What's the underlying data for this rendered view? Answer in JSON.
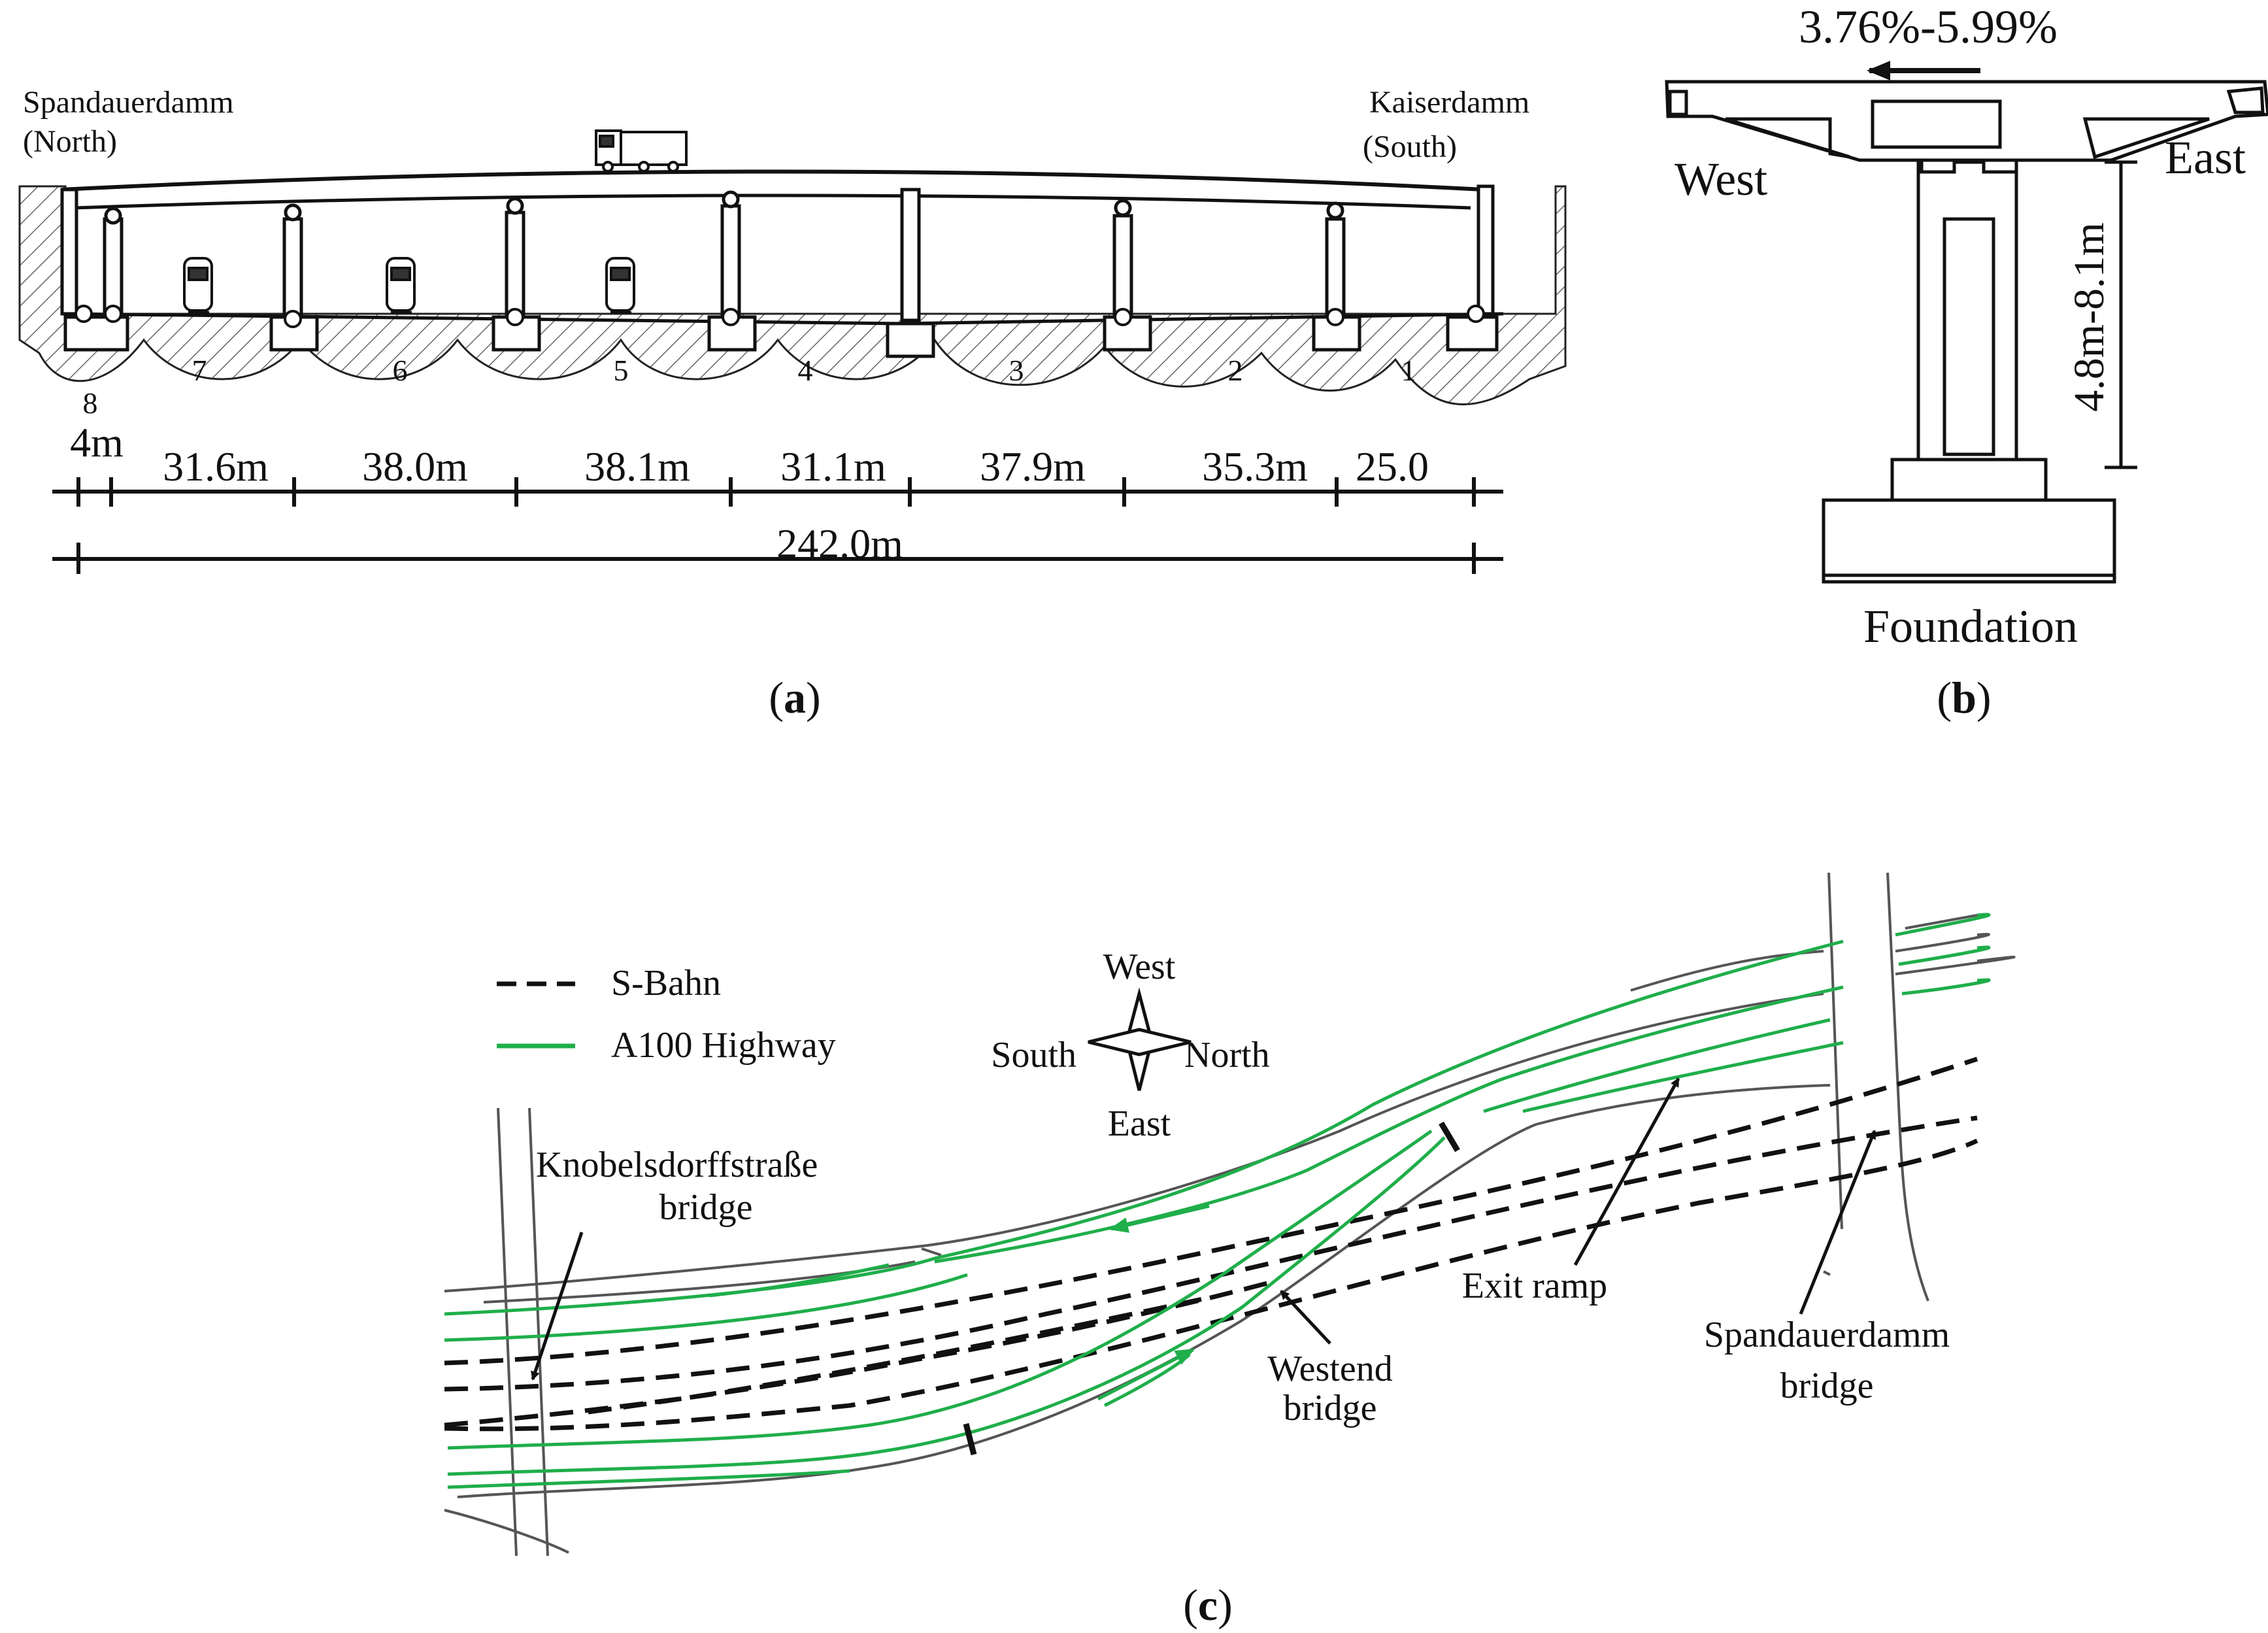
{
  "panel_a": {
    "north_name": "Spandauerdamm",
    "north_dir": "(North)",
    "south_name": "Kaiserdamm",
    "south_dir": "(South)",
    "span_numbers": [
      "8",
      "7",
      "6",
      "5",
      "4",
      "3",
      "2",
      "1"
    ],
    "span_lengths": [
      "4m",
      "31.6m",
      "38.0m",
      "38.1m",
      "31.1m",
      "37.9m",
      "35.3m",
      "25.0"
    ],
    "total_length": "242.0m",
    "caption_letter": "a"
  },
  "panel_b": {
    "slope": "3.76%-5.99%",
    "west": "West",
    "east": "East",
    "pier_height": "4.8m-8.1m",
    "foundation": "Foundation",
    "caption_letter": "b"
  },
  "panel_c": {
    "legend": {
      "sbahn": "S-Bahn",
      "highway": "A100 Highway"
    },
    "compass": {
      "top": "West",
      "left": "South",
      "right": "North",
      "bottom": "East"
    },
    "labels": {
      "knobels_1": "Knobelsdorffstraße",
      "knobels_2": "bridge",
      "westend_1": "Westend",
      "westend_2": "bridge",
      "exit_ramp": "Exit ramp",
      "spandauer_1": "Spandauerdamm",
      "spandauer_2": "bridge"
    },
    "caption_letter": "c"
  },
  "colors": {
    "highway": "#1fae4a",
    "sbahn": "#111111",
    "road": "#555555"
  }
}
